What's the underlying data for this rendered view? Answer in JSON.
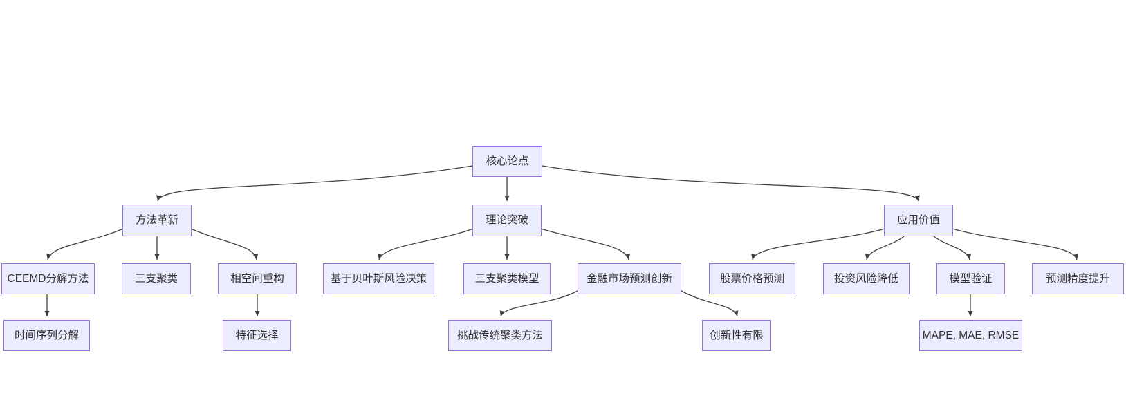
{
  "diagram": {
    "type": "flowchart",
    "direction": "top-down",
    "colors": {
      "canvas_bg": "#ffffff",
      "node_fill": "#ECECFF",
      "node_border": "#9370DB",
      "node_text": "#333333",
      "edge_color": "#404040"
    },
    "nodes": [
      {
        "id": "core-thesis",
        "label": "核心论点"
      },
      {
        "id": "method-innovation",
        "label": "方法革新"
      },
      {
        "id": "theory-breakthrough",
        "label": "理论突破"
      },
      {
        "id": "application-value",
        "label": "应用价值"
      },
      {
        "id": "ceemd-decomposition",
        "label": "CEEMD分解方法"
      },
      {
        "id": "three-way-clustering",
        "label": "三支聚类"
      },
      {
        "id": "phase-space-reconstruction",
        "label": "相空间重构"
      },
      {
        "id": "bayesian-risk-decision",
        "label": "基于贝叶斯风险决策"
      },
      {
        "id": "three-way-clustering-model",
        "label": "三支聚类模型"
      },
      {
        "id": "financial-market-forecast-innovation",
        "label": "金融市场预测创新"
      },
      {
        "id": "stock-price-prediction",
        "label": "股票价格预测"
      },
      {
        "id": "investment-risk-reduction",
        "label": "投资风险降低"
      },
      {
        "id": "model-validation",
        "label": "模型验证"
      },
      {
        "id": "forecast-accuracy-improvement",
        "label": "预测精度提升"
      },
      {
        "id": "time-series-decomposition",
        "label": "时间序列分解"
      },
      {
        "id": "feature-selection",
        "label": "特征选择"
      },
      {
        "id": "challenge-traditional-clustering",
        "label": "挑战传统聚类方法"
      },
      {
        "id": "limited-novelty",
        "label": "创新性有限"
      },
      {
        "id": "mape-mae-rmse",
        "label": "MAPE, MAE, RMSE"
      }
    ],
    "edges": [
      {
        "from": "core-thesis",
        "to": "method-innovation"
      },
      {
        "from": "core-thesis",
        "to": "theory-breakthrough"
      },
      {
        "from": "core-thesis",
        "to": "application-value"
      },
      {
        "from": "method-innovation",
        "to": "ceemd-decomposition"
      },
      {
        "from": "method-innovation",
        "to": "three-way-clustering"
      },
      {
        "from": "method-innovation",
        "to": "phase-space-reconstruction"
      },
      {
        "from": "theory-breakthrough",
        "to": "bayesian-risk-decision"
      },
      {
        "from": "theory-breakthrough",
        "to": "three-way-clustering-model"
      },
      {
        "from": "theory-breakthrough",
        "to": "financial-market-forecast-innovation"
      },
      {
        "from": "application-value",
        "to": "stock-price-prediction"
      },
      {
        "from": "application-value",
        "to": "investment-risk-reduction"
      },
      {
        "from": "application-value",
        "to": "model-validation"
      },
      {
        "from": "application-value",
        "to": "forecast-accuracy-improvement"
      },
      {
        "from": "ceemd-decomposition",
        "to": "time-series-decomposition"
      },
      {
        "from": "phase-space-reconstruction",
        "to": "feature-selection"
      },
      {
        "from": "financial-market-forecast-innovation",
        "to": "challenge-traditional-clustering"
      },
      {
        "from": "financial-market-forecast-innovation",
        "to": "limited-novelty"
      },
      {
        "from": "model-validation",
        "to": "mape-mae-rmse"
      }
    ]
  }
}
